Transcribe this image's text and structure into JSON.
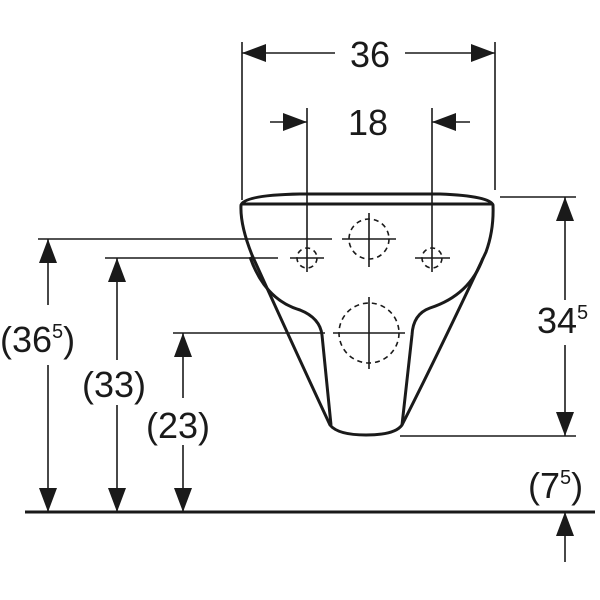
{
  "dimensions": {
    "total_width": "36",
    "fixing_spacing": "18",
    "height_main": "34",
    "height_main_sup": "5",
    "rim_height_open": "(36",
    "rim_height_sup": "5",
    "rim_height_close": ")",
    "fixing_height": "(33)",
    "outlet_height": "(23)",
    "floor_clearance_open": "(7",
    "floor_clearance_sup": "5",
    "floor_clearance_close": ")"
  },
  "colors": {
    "line": "#1a1a1a",
    "background": "#ffffff"
  }
}
